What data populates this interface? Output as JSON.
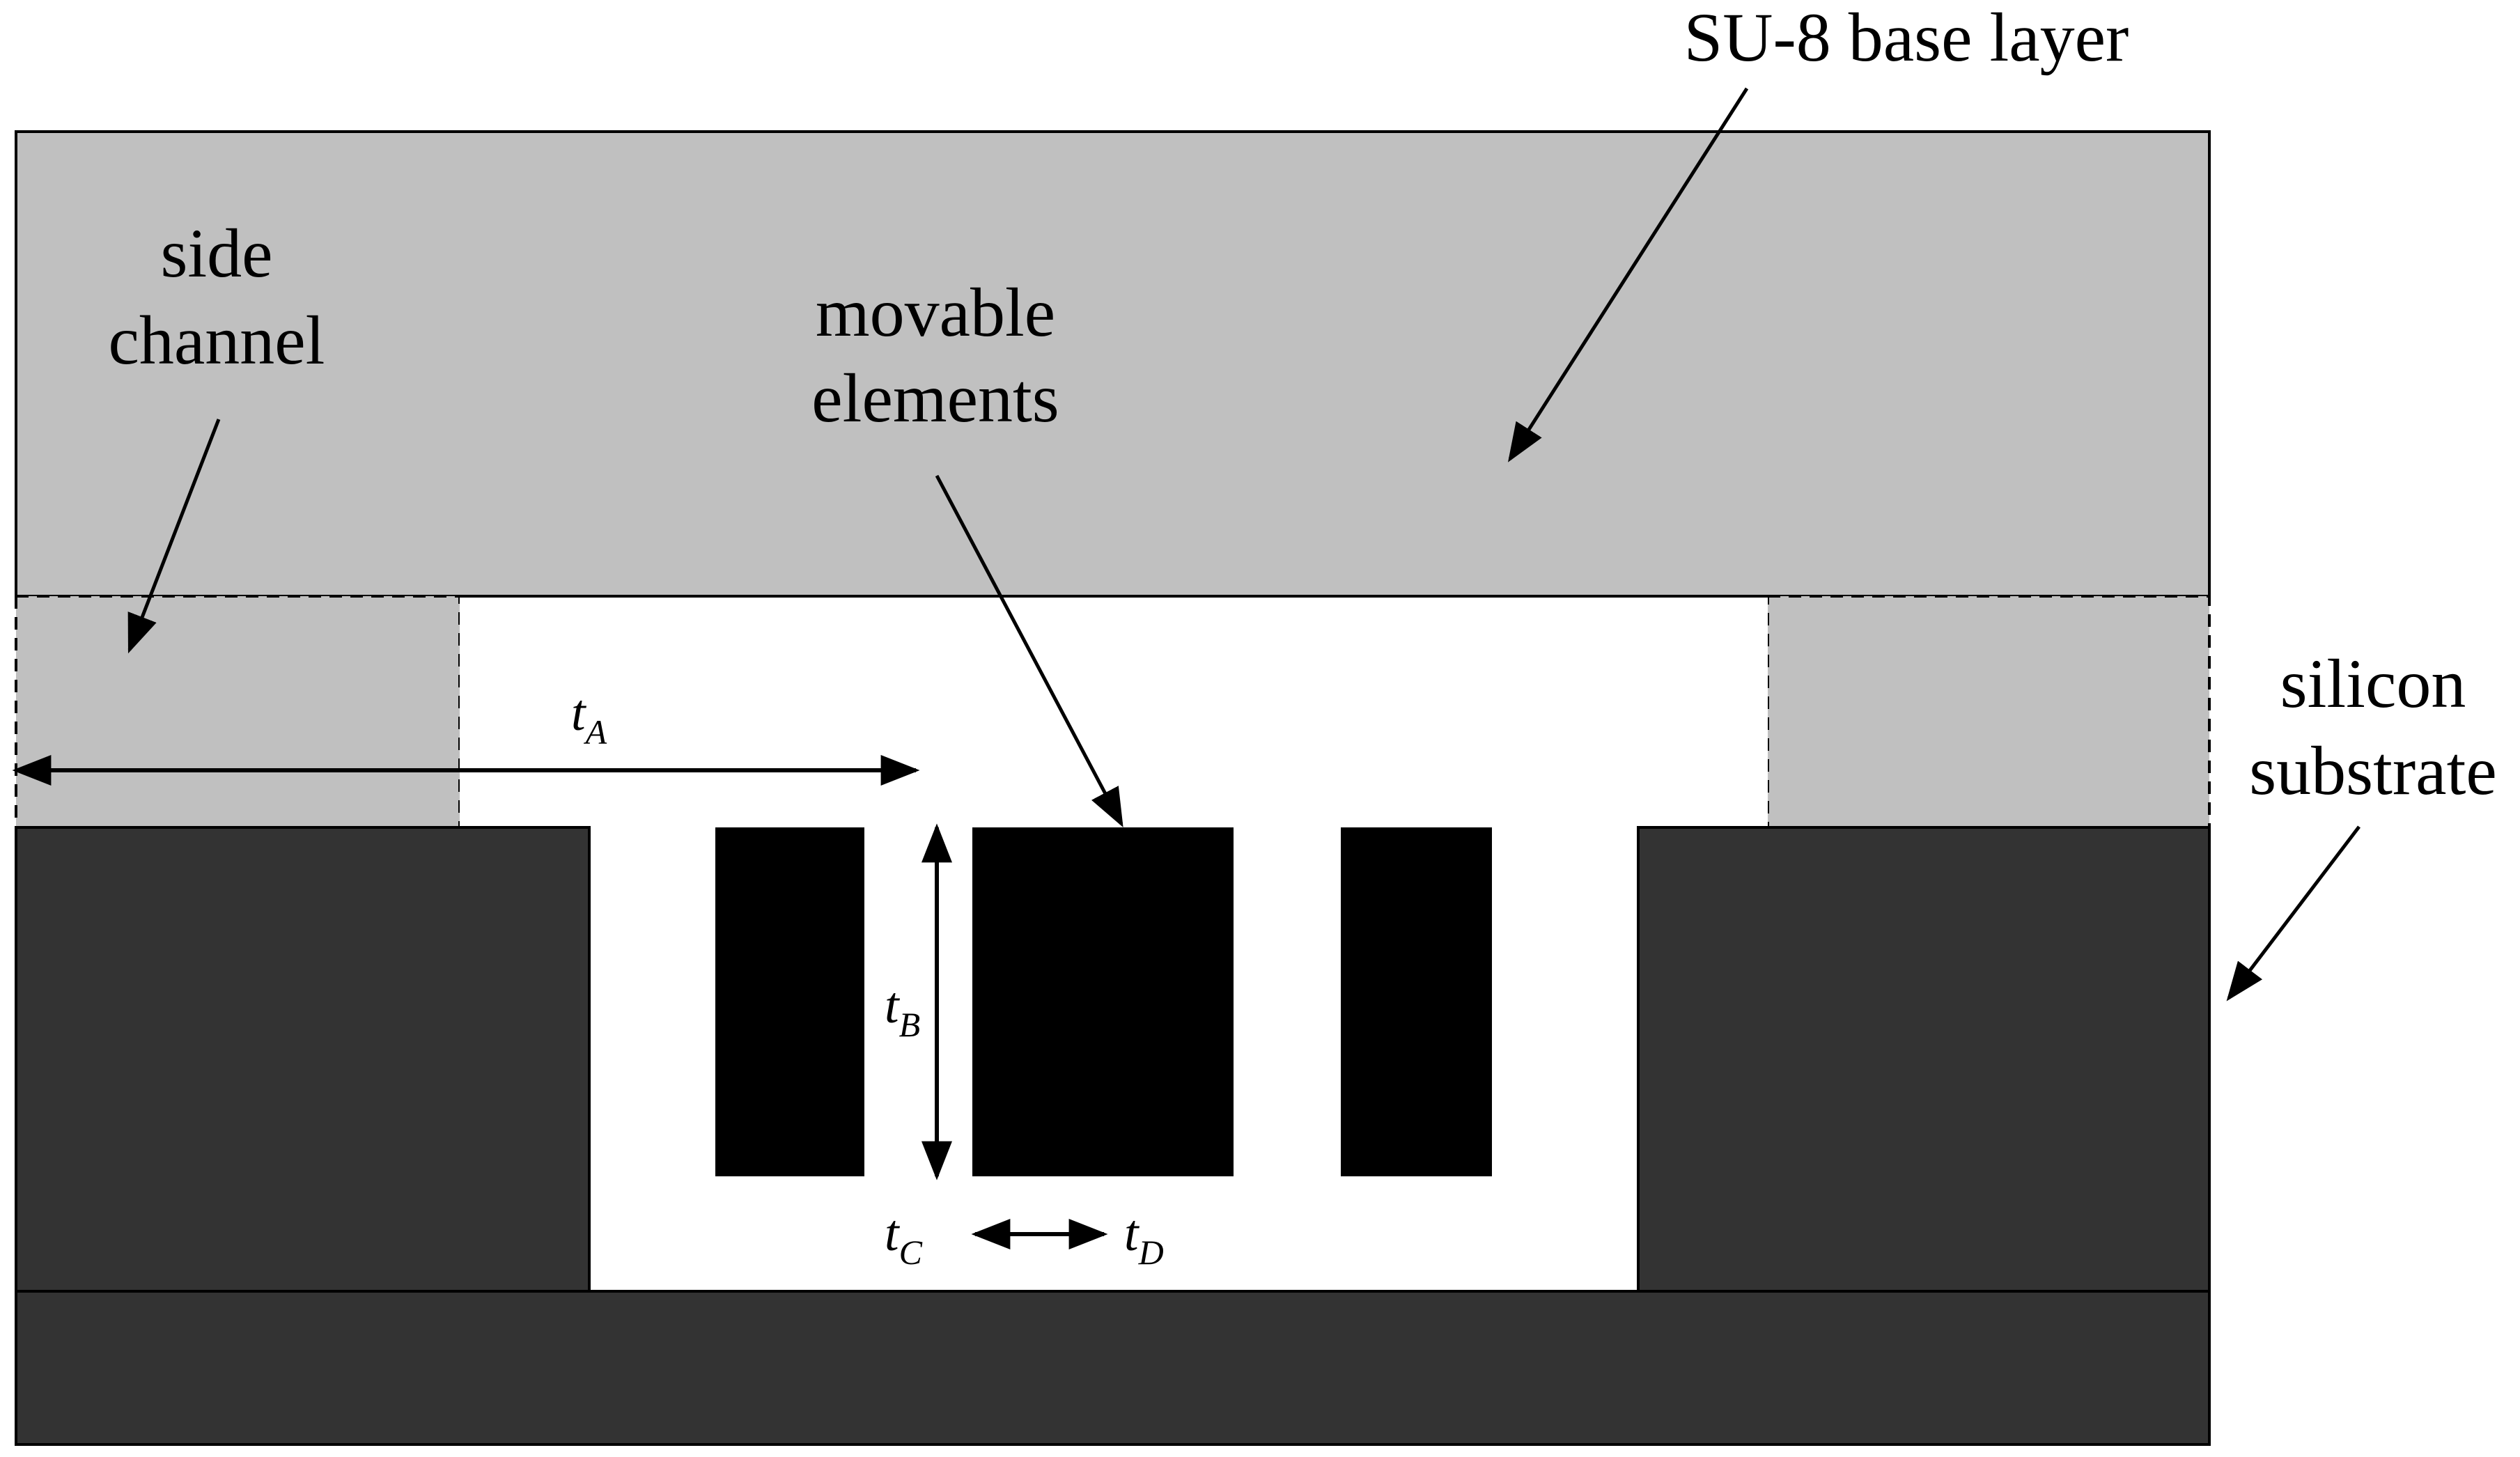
{
  "labels": {
    "su8": "SU-8 base layer",
    "side_channel_line1": "side",
    "side_channel_line2": "channel",
    "movable_line1": "movable",
    "movable_line2": "elements",
    "silicon_line1": "silicon",
    "silicon_line2": "substrate"
  },
  "dimensions": {
    "tA": {
      "base": "t",
      "sub": "A"
    },
    "tB": {
      "base": "t",
      "sub": "B"
    },
    "tC": {
      "base": "t",
      "sub": "C"
    },
    "tD": {
      "base": "t",
      "sub": "D"
    }
  },
  "colors": {
    "su8_layer": "#c0c0c0",
    "silicon": "#333333",
    "movable_elements": "#000000",
    "background": "#ffffff",
    "outline": "#000000"
  }
}
